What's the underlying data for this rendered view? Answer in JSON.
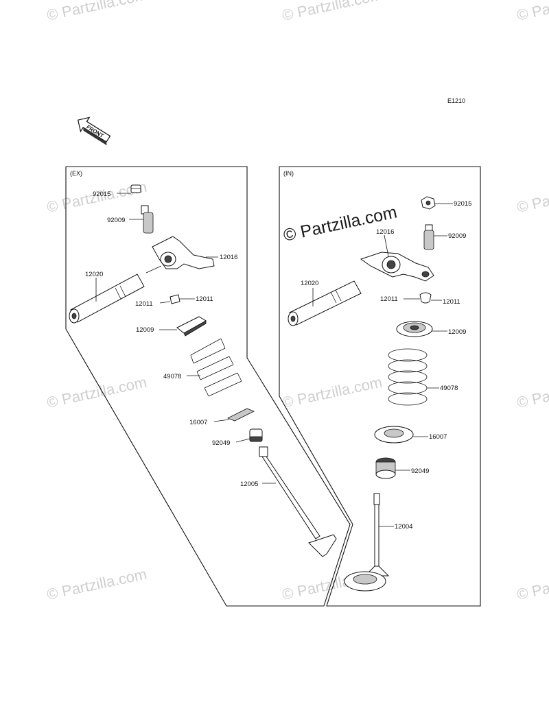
{
  "diagram_code": "E1210",
  "front_arrow_label": "FRONT",
  "sections": {
    "exhaust": {
      "header": "(EX)"
    },
    "intake": {
      "header": "(IN)"
    }
  },
  "watermark": {
    "brand": "© Partzilla.com"
  },
  "parts": {
    "ex_92015": "92015",
    "ex_92009": "92009",
    "ex_12016": "12016",
    "ex_12020": "12020",
    "ex_12011_left": "12011",
    "ex_12011_right": "12011",
    "ex_12009": "12009",
    "ex_49078": "49078",
    "ex_16007": "16007",
    "ex_92049": "92049",
    "ex_12005": "12005",
    "in_92015": "92015",
    "in_92009": "92009",
    "in_12016": "12016",
    "in_12020": "12020",
    "in_12011_left": "12011",
    "in_12011_right": "12011",
    "in_12009": "12009",
    "in_49078": "49078",
    "in_16007": "16007",
    "in_92049": "92049",
    "in_12004": "12004"
  }
}
